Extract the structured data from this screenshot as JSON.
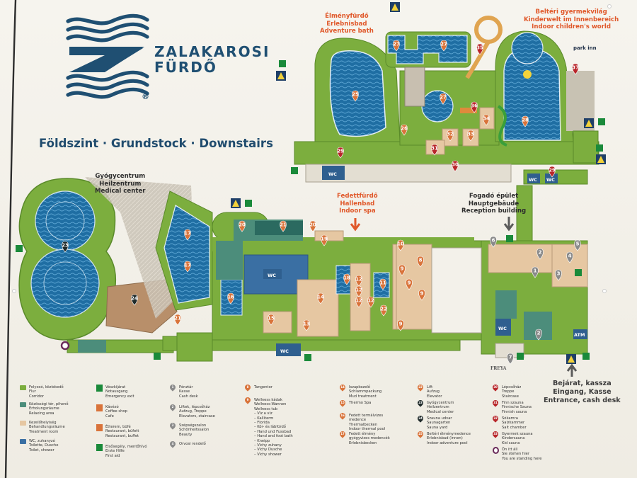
{
  "brand": {
    "line1": "ZALAKAROSI",
    "line2": "FÜRDŐ",
    "registered": "®"
  },
  "floor_title": "Földszint · Grundstock · Downstairs",
  "areas": {
    "adventure": [
      "Élményfürdő",
      "Erlebnisbad",
      "Adventure bath"
    ],
    "children": [
      "Beltéri gyermekvilág",
      "Kinderwelt im Innenbereich",
      "Indoor children's world"
    ],
    "medical": [
      "Gyógycentrum",
      "Heilzentrum",
      "Medical center"
    ],
    "indoor_spa": [
      "Fedettfürdő",
      "Hallenbad",
      "Indoor spa"
    ],
    "reception": [
      "Fogadó épület",
      "Hauptgebäude",
      "Reception building"
    ],
    "entrance": [
      "Bejárat, kassza",
      "Eingang, Kasse",
      "Entrance, cash desk"
    ]
  },
  "map_marks": {
    "wc": "WC",
    "atm": "ATM",
    "park_inn": "park inn",
    "freya": "FREYA"
  },
  "pins": [
    {
      "n": "27",
      "kind": "orange"
    },
    {
      "n": "27",
      "kind": "orange"
    },
    {
      "n": "27",
      "kind": "orange"
    },
    {
      "n": "25",
      "kind": "orange"
    },
    {
      "n": "26",
      "kind": "orange"
    },
    {
      "n": "35",
      "kind": "red"
    },
    {
      "n": "34",
      "kind": "orange"
    },
    {
      "n": "36",
      "kind": "red"
    },
    {
      "n": "32",
      "kind": "orange"
    },
    {
      "n": "33",
      "kind": "orange"
    },
    {
      "n": "31",
      "kind": "red"
    },
    {
      "n": "28",
      "kind": "orange"
    },
    {
      "n": "37",
      "kind": "red"
    },
    {
      "n": "29",
      "kind": "red"
    },
    {
      "n": "30",
      "kind": "red"
    },
    {
      "n": "29",
      "kind": "red"
    },
    {
      "n": "23",
      "kind": "dark"
    },
    {
      "n": "24",
      "kind": "dark"
    },
    {
      "n": "17",
      "kind": "orange"
    },
    {
      "n": "17",
      "kind": "orange"
    },
    {
      "n": "20",
      "kind": "orange"
    },
    {
      "n": "21",
      "kind": "orange"
    },
    {
      "n": "20",
      "kind": "orange"
    },
    {
      "n": "19",
      "kind": "orange"
    },
    {
      "n": "16",
      "kind": "orange"
    },
    {
      "n": "14",
      "kind": "orange"
    },
    {
      "n": "15",
      "kind": "orange"
    },
    {
      "n": "13",
      "kind": "orange"
    },
    {
      "n": "21",
      "kind": "orange"
    },
    {
      "n": "18",
      "kind": "orange"
    },
    {
      "n": "11",
      "kind": "orange"
    },
    {
      "n": "12",
      "kind": "orange"
    },
    {
      "n": "12",
      "kind": "orange"
    },
    {
      "n": "12",
      "kind": "orange"
    },
    {
      "n": "12",
      "kind": "orange"
    },
    {
      "n": "22",
      "kind": "orange"
    },
    {
      "n": "10",
      "kind": "orange"
    },
    {
      "n": "9",
      "kind": "orange"
    },
    {
      "n": "9",
      "kind": "orange"
    },
    {
      "n": "9",
      "kind": "orange"
    },
    {
      "n": "9",
      "kind": "orange"
    },
    {
      "n": "8",
      "kind": "orange"
    },
    {
      "n": "6",
      "kind": "grey"
    },
    {
      "n": "2",
      "kind": "grey"
    },
    {
      "n": "5",
      "kind": "grey"
    },
    {
      "n": "4",
      "kind": "grey"
    },
    {
      "n": "1",
      "kind": "grey"
    },
    {
      "n": "3",
      "kind": "grey"
    },
    {
      "n": "2",
      "kind": "grey"
    },
    {
      "n": "7",
      "kind": "grey"
    }
  ],
  "legend": [
    {
      "color": "#7cae3e",
      "lines": [
        "Folyosó, közlekedő",
        "Flur",
        "Corridor"
      ]
    },
    {
      "color": "#4c8d7b",
      "lines": [
        "Közösségi tér, pihenő",
        "Erholungsräume",
        "Relaxing area"
      ]
    },
    {
      "color": "#e6c7a2",
      "lines": [
        "Kezelőhelyiség",
        "Behandlungsräume",
        "Treatment room"
      ]
    },
    {
      "color": "#3a6fa3",
      "lines": [
        "WC, zuhanyzó",
        "Toilette, Dusche",
        "Toilet, shower"
      ]
    },
    {
      "icon": "emergency-exit-icon",
      "lines": [
        "Vészkijárat",
        "Notausgang",
        "Emergency exit"
      ]
    },
    {
      "icon": "coffee-icon",
      "lines": [
        "Kávézó",
        "Coffee shop",
        "Cafe"
      ]
    },
    {
      "icon": "restaurant-icon",
      "lines": [
        "Étterem, büfé",
        "Restaurant, büfett",
        "Restaurant, buffet"
      ]
    },
    {
      "icon": "first-aid-icon",
      "lines": [
        "Elsősegély, mentőhívó",
        "Erste Hilfe",
        "First aid"
      ]
    },
    {
      "num": "1",
      "lines": [
        "Pénztár",
        "Kasse",
        "Cash desk"
      ]
    },
    {
      "num": "2",
      "lines": [
        "Liftek, lépcsőház",
        "Aufzug, Treppe",
        "Elevators, staircase"
      ]
    },
    {
      "num": "3",
      "lines": [
        "Szépségszalon",
        "Schönheitssalon",
        "Beauty"
      ]
    },
    {
      "num": "4",
      "lines": [
        "Orvosi rendelő"
      ]
    },
    {
      "num": "8",
      "lines": [
        "Tangentor"
      ]
    },
    {
      "num": "9",
      "lines": [
        "Wellness kádak",
        "Wellness-Wannen",
        "Wellness tub",
        "– Víz a víz",
        "– Kalliterm",
        "– Florida",
        "– Kör- és lábfürdő",
        "– Hand und Fussbad",
        "– Hand and foot bath",
        "– Kneipp",
        "– Vichy zuhany",
        "– Vichy Dusche",
        "– Vichy shower"
      ]
    },
    {
      "num": "14",
      "lines": [
        "Iszapkezelő",
        "Schlammpackung",
        "Mud treatment"
      ]
    },
    {
      "num": "15",
      "lines": [
        "Thermo Spa"
      ]
    },
    {
      "num": "16",
      "lines": [
        "Fedett termálvizes",
        "medence",
        "Thermalbecken",
        "Indoor thermal pool"
      ]
    },
    {
      "num": "17",
      "lines": [
        "Fedett élmény",
        "gyógyvizes medencék",
        "Erlebnisbecken"
      ]
    },
    {
      "num": "22",
      "lines": [
        "Lift",
        "Aufzug",
        "Elevator"
      ]
    },
    {
      "num": "23",
      "lines": [
        "Gyógycentrum",
        "Heilzentrum",
        "Medical center"
      ]
    },
    {
      "num": "24",
      "lines": [
        "Szauna udvar",
        "Saunagarten",
        "Sauna yard"
      ]
    },
    {
      "num": "25",
      "lines": [
        "Beltéri élménymedence",
        "Erlebnisbad (innen)",
        "Indoor adventure pool"
      ]
    },
    {
      "num": "30",
      "lines": [
        "Lépcsőház",
        "Treppe",
        "Staircase"
      ]
    },
    {
      "num": "31",
      "lines": [
        "Finn szauna",
        "Finnische Sauna",
        "Finnish sauna"
      ]
    },
    {
      "num": "32",
      "lines": [
        "Sókamra",
        "Salzkammer",
        "Salt chamber"
      ]
    },
    {
      "num": "33",
      "lines": [
        "Gyermek szauna",
        "Kindersauna",
        "Kid sauna"
      ]
    },
    {
      "you": true,
      "lines": [
        "Ön itt áll",
        "Sie stehen hier",
        "You are standing here"
      ]
    }
  ]
}
